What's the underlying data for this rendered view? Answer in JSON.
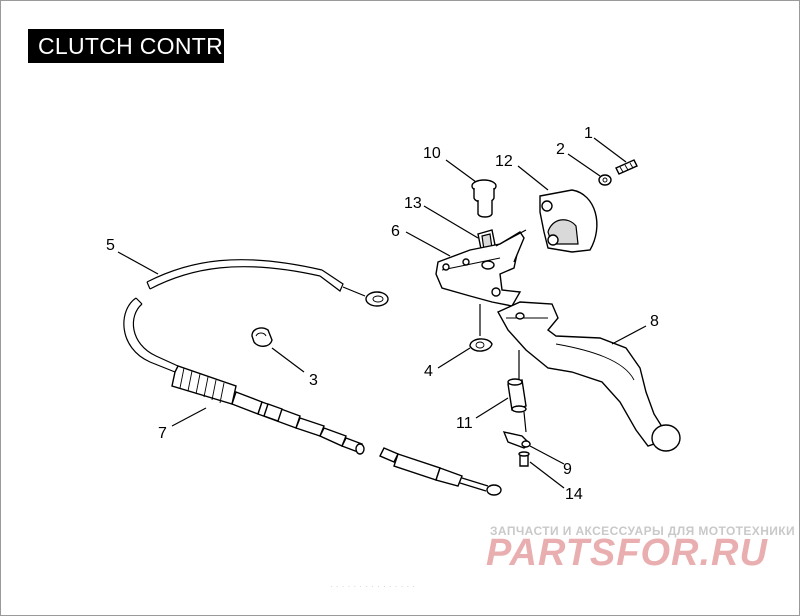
{
  "title": "CLUTCH CONTR",
  "callouts": [
    {
      "id": "c1",
      "label": "1"
    },
    {
      "id": "c2",
      "label": "2"
    },
    {
      "id": "c3",
      "label": "3"
    },
    {
      "id": "c4",
      "label": "4"
    },
    {
      "id": "c5",
      "label": "5"
    },
    {
      "id": "c6",
      "label": "6"
    },
    {
      "id": "c7",
      "label": "7"
    },
    {
      "id": "c8",
      "label": "8"
    },
    {
      "id": "c9",
      "label": "9"
    },
    {
      "id": "c10",
      "label": "10"
    },
    {
      "id": "c11",
      "label": "11"
    },
    {
      "id": "c12",
      "label": "12"
    },
    {
      "id": "c13",
      "label": "13"
    },
    {
      "id": "c14",
      "label": "14"
    }
  ],
  "watermark": {
    "tagline": "ЗАПЧАСТИ И АКСЕССУАРЫ ДЛЯ МОТОТЕХНИКИ",
    "logo": "PARTSFOR.RU",
    "footer": "· · · · · · ·   · · · · · · · ·"
  },
  "colors": {
    "title_bg": "#000000",
    "title_text": "#ffffff",
    "logo": "#e9aeb0",
    "tagline": "#c9c9c9"
  }
}
